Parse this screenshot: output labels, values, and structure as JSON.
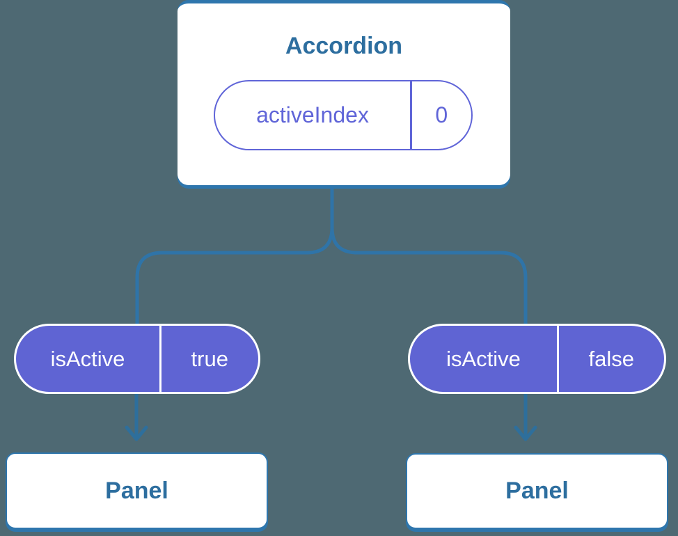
{
  "diagram": {
    "root": {
      "title": "Accordion",
      "state": {
        "name": "activeIndex",
        "value": "0"
      }
    },
    "children": [
      {
        "prop": {
          "name": "isActive",
          "value": "true"
        },
        "node": {
          "title": "Panel"
        }
      },
      {
        "prop": {
          "name": "isActive",
          "value": "false"
        },
        "node": {
          "title": "Panel"
        }
      }
    ],
    "colors": {
      "background": "#4E6973",
      "connector_blue": "#2F74A8",
      "arrow_blue": "#2E6F9C",
      "card_edge_blue": "#2E76AD",
      "node_text_blue": "#2D6E9F",
      "state_pill_purple": "#6065D8",
      "prop_pill_fill": "#5F64D3",
      "prop_pill_text": "#FFFFFF",
      "card_fill": "#FFFFFF"
    }
  }
}
